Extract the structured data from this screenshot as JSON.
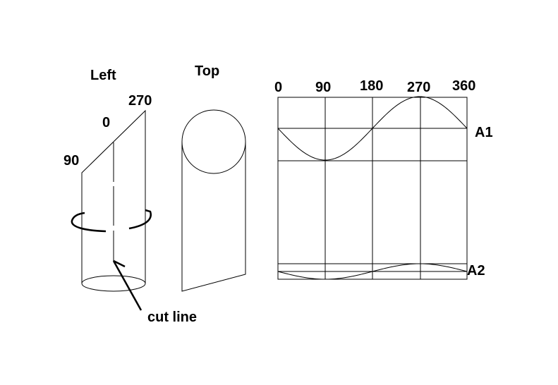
{
  "views": {
    "left": {
      "title": "Left",
      "angle_labels": {
        "deg90": "90",
        "deg0": "0",
        "deg270": "270"
      },
      "cut_label": "cut line"
    },
    "top": {
      "title": "Top"
    }
  },
  "development": {
    "ticks": [
      "0",
      "90",
      "180",
      "270",
      "360"
    ],
    "area_labels": {
      "a1": "A1",
      "a2": "A2"
    }
  },
  "colors": {
    "ink": "#000000",
    "background": "#ffffff"
  }
}
